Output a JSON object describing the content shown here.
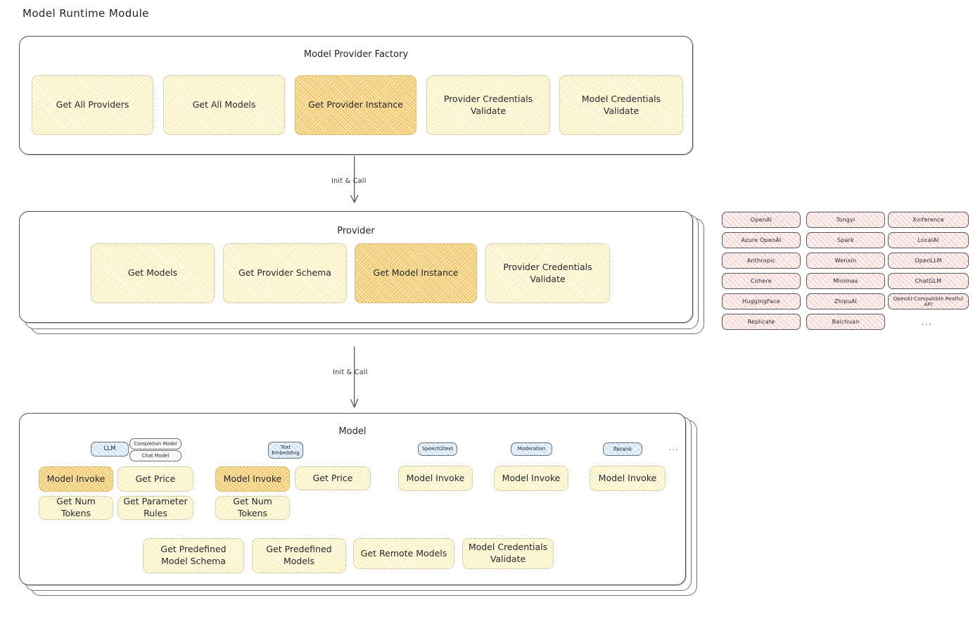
{
  "page": {
    "title": "Model Runtime Module"
  },
  "factory": {
    "title": "Model Provider Factory",
    "boxes": [
      {
        "label": "Get All Providers",
        "highlight": false
      },
      {
        "label": "Get All Models",
        "highlight": false
      },
      {
        "label": "Get Provider Instance",
        "highlight": true
      },
      {
        "label": "Provider Credentials Validate",
        "highlight": false
      },
      {
        "label": "Model Credentials Validate",
        "highlight": false
      }
    ]
  },
  "arrow1": {
    "label": "Init & Call"
  },
  "provider": {
    "title": "Provider",
    "boxes": [
      {
        "label": "Get Models",
        "highlight": false
      },
      {
        "label": "Get Provider Schema",
        "highlight": false
      },
      {
        "label": "Get Model Instance",
        "highlight": true
      },
      {
        "label": "Provider Credentials Validate",
        "highlight": false
      }
    ]
  },
  "provider_list": {
    "columns": [
      {
        "items": [
          "OpenAI",
          "Azure OpenAI",
          "Anthropic",
          "Cohere",
          "HuggingFace",
          "Replicate"
        ]
      },
      {
        "items": [
          "Tongyi",
          "Spark",
          "Wenxin",
          "Minimax",
          "ZhipuAI",
          "Baichuan"
        ]
      },
      {
        "items": [
          "Xinference",
          "LocalAI",
          "OpenLLM",
          "ChatGLM",
          "OpenAI-Compatible Restful API"
        ]
      }
    ],
    "ellipsis": "..."
  },
  "arrow2": {
    "label": "Init & Call"
  },
  "model": {
    "title": "Model",
    "ellipsis": "...",
    "types": [
      {
        "name": "LLM",
        "subtypes": [
          "Completion Model",
          "Chat Model"
        ],
        "actions": [
          {
            "label": "Model Invoke",
            "highlight": true
          },
          {
            "label": "Get Price",
            "highlight": false
          },
          {
            "label": "Get Num Tokens",
            "highlight": false
          },
          {
            "label": "Get Parameter Rules",
            "highlight": false
          }
        ]
      },
      {
        "name": "Text Embedding",
        "subtypes": [],
        "actions": [
          {
            "label": "Model Invoke",
            "highlight": true
          },
          {
            "label": "Get Price",
            "highlight": false
          },
          {
            "label": "Get Num Tokens",
            "highlight": false
          }
        ]
      },
      {
        "name": "Speech2text",
        "subtypes": [],
        "actions": [
          {
            "label": "Model Invoke",
            "highlight": false
          }
        ]
      },
      {
        "name": "Moderation",
        "subtypes": [],
        "actions": [
          {
            "label": "Model Invoke",
            "highlight": false
          }
        ]
      },
      {
        "name": "Rerank",
        "subtypes": [],
        "actions": [
          {
            "label": "Model Invoke",
            "highlight": false
          }
        ]
      }
    ],
    "common_actions": [
      "Get Predefined Model Schema",
      "Get Predefined Models",
      "Get Remote Models",
      "Model Credentials Validate"
    ]
  },
  "colors": {
    "box_fill_light": "#fefbe9",
    "box_fill_strong": "#fbe7b4",
    "provider_pill_fill": "#fdf0ef",
    "type_pill_fill": "#e8f2fb",
    "outline": "#4a4f57"
  }
}
